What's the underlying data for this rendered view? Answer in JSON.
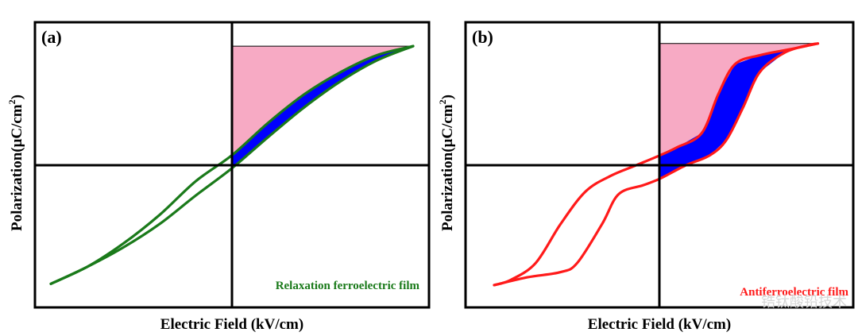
{
  "chart_data": [
    {
      "type": "line",
      "panel_label": "(a)",
      "xlabel": "Electric Field (kV/cm)",
      "ylabel_main": "Polarization(μC/cm",
      "ylabel_sup": "2",
      "ylabel_close": ")",
      "annotation": "Relaxation ferroelectric film",
      "colors": {
        "loop": "#1a7a1a",
        "annotation": "#1a7a1a",
        "recoverable": "#f7aac4",
        "loss": "#0000ff"
      },
      "xlim": [
        -1,
        1
      ],
      "ylim": [
        -1,
        1
      ],
      "grid": false,
      "series": [
        {
          "values": [
            [
              -1.0,
              -0.91
            ],
            [
              -0.8,
              -0.78
            ],
            [
              -0.6,
              -0.63
            ],
            [
              -0.4,
              -0.45
            ],
            [
              -0.2,
              -0.23
            ],
            [
              0.0,
              -0.02
            ],
            [
              0.2,
              0.22
            ],
            [
              0.4,
              0.45
            ],
            [
              0.6,
              0.65
            ],
            [
              0.8,
              0.81
            ],
            [
              1.0,
              0.92
            ]
          ]
        },
        {
          "values": [
            [
              1.0,
              0.92
            ],
            [
              0.8,
              0.85
            ],
            [
              0.6,
              0.72
            ],
            [
              0.4,
              0.55
            ],
            [
              0.2,
              0.33
            ],
            [
              0.0,
              0.08
            ],
            [
              -0.2,
              -0.12
            ],
            [
              -0.4,
              -0.38
            ],
            [
              -0.6,
              -0.6
            ],
            [
              -0.8,
              -0.78
            ],
            [
              -1.0,
              -0.91
            ]
          ]
        }
      ]
    },
    {
      "type": "line",
      "panel_label": "(b)",
      "xlabel": "Electric Field (kV/cm)",
      "ylabel_main": "Polarization(μC/cm",
      "ylabel_sup": "2",
      "ylabel_close": ")",
      "annotation": "Antiferroelectric film",
      "colors": {
        "loop": "#ff1a1a",
        "annotation": "#ff1a1a",
        "recoverable": "#f7aac4",
        "loss": "#0000ff"
      },
      "xlim": [
        -1,
        1
      ],
      "ylim": [
        -1,
        1
      ],
      "grid": false,
      "series": [
        {
          "values": [
            [
              -1.0,
              -0.92
            ],
            [
              -0.8,
              -0.86
            ],
            [
              -0.6,
              -0.82
            ],
            [
              -0.5,
              -0.75
            ],
            [
              -0.35,
              -0.45
            ],
            [
              -0.25,
              -0.22
            ],
            [
              -0.1,
              -0.15
            ],
            [
              0.0,
              -0.1
            ],
            [
              0.15,
              0.0
            ],
            [
              0.3,
              0.08
            ],
            [
              0.4,
              0.2
            ],
            [
              0.5,
              0.45
            ],
            [
              0.6,
              0.72
            ],
            [
              0.75,
              0.87
            ],
            [
              0.9,
              0.93
            ],
            [
              0.95,
              0.94
            ]
          ]
        },
        {
          "values": [
            [
              0.95,
              0.94
            ],
            [
              0.8,
              0.9
            ],
            [
              0.6,
              0.85
            ],
            [
              0.45,
              0.78
            ],
            [
              0.35,
              0.55
            ],
            [
              0.25,
              0.25
            ],
            [
              0.1,
              0.14
            ],
            [
              0.0,
              0.08
            ],
            [
              -0.15,
              0.0
            ],
            [
              -0.3,
              -0.08
            ],
            [
              -0.45,
              -0.2
            ],
            [
              -0.6,
              -0.45
            ],
            [
              -0.75,
              -0.75
            ],
            [
              -0.9,
              -0.88
            ],
            [
              -1.0,
              -0.92
            ]
          ]
        }
      ]
    }
  ],
  "watermark": "锆钛酸铅技术"
}
